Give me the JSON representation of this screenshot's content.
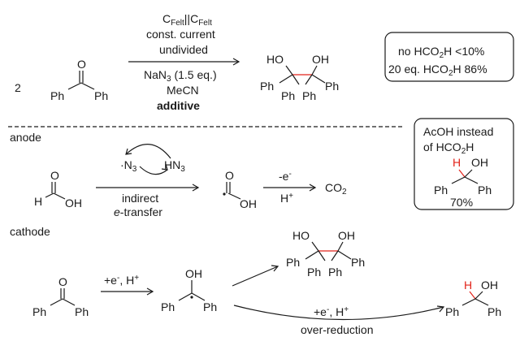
{
  "top": {
    "coefficient": "2",
    "carbonyl_o": "O",
    "ph": "Ph",
    "electrode_a": "C",
    "electrode_sub": "Felt",
    "electrode_sep": "||",
    "cond_current": "const. current",
    "cond_cell": "undivided",
    "cond_nan3": "NaN",
    "cond_nan3_sub": "3",
    "cond_nan3_eq": " (1.5 eq.)",
    "cond_solvent": "MeCN",
    "cond_additive": "additive",
    "ho": "HO",
    "oh": "OH"
  },
  "box1": {
    "line1_prefix": "no HCO",
    "line1_sub": "2",
    "line1_suffix": "H  <10%",
    "line2_prefix": "20 eq. HCO",
    "line2_sub": "2",
    "line2_suffix": "H  86%"
  },
  "box2": {
    "line1": "AcOH instead",
    "line2_prefix": "of HCO",
    "line2_sub": "2",
    "line2_suffix": "H",
    "h": "H",
    "oh": "OH",
    "ph": "Ph",
    "yield": "70%"
  },
  "anode": {
    "label": "anode",
    "radical_dot": "·",
    "n3": "N",
    "n3_sub": "3",
    "hn3": "HN",
    "hn3_sub": "3",
    "h": "H",
    "o": "O",
    "oh": "OH",
    "arrow_text1": "indirect",
    "arrow_text2_italic": "e",
    "arrow_text2": "-transfer",
    "minus_e": "-e",
    "minus_e_sup": "-",
    "h_plus": "H",
    "h_plus_sup": "+",
    "co2": "CO",
    "co2_sub": "2"
  },
  "cathode": {
    "label": "cathode",
    "o": "O",
    "ph": "Ph",
    "plus_e": "+e",
    "plus_e_sup": "-",
    "h_plus": ", H",
    "h_plus_sup": "+",
    "oh": "OH",
    "ho": "HO",
    "h": "H",
    "over_reduction": "over-reduction"
  }
}
